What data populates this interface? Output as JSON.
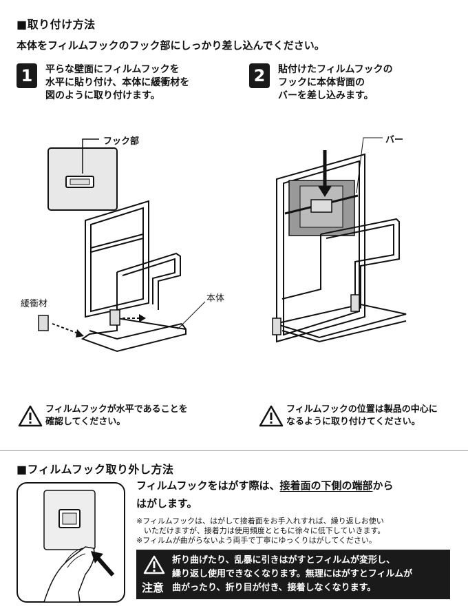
{
  "attach": {
    "heading": "■取り付け方法",
    "subheading": "本体をフィルムフックのフック部にしっかり差し込んでください。",
    "step1": {
      "number": "1",
      "text": "平らな壁面にフィルムフックを\n水平に貼り付け、本体に緩衝材を\n図のように取り付けます。"
    },
    "step2": {
      "number": "2",
      "text": "貼付けたフィルムフックの\nフックに本体背面の\nバーを差し込みます。"
    },
    "labels": {
      "hook_part": "フック部",
      "cushion": "緩衝材",
      "body": "本体",
      "bar": "バー"
    },
    "warning1": "フィルムフックが水平であることを\n確認してください。",
    "warning2": "フィルムフックの位置は製品の中心に\nなるように取り付けてください。"
  },
  "remove": {
    "heading": "■フィルムフック取り外し方法",
    "lead_before": "フィルムフックをはがす際は、",
    "lead_underline": "接着面の下側の端部",
    "lead_after": "から",
    "lead_line2": "はがします。",
    "note": "※フィルムフックは、はがして接着面をお手入れすれば、繰り返しお使い\n　いただけますが、接着力は使用頻度とともに徐々に低下していきます。\n※フィルムが曲がらないよう両手で丁寧にゆっくりはがしてください。",
    "caution_label": "注意",
    "caution_text": "折り曲げたり、乱暴に引きはがすとフィルムが変形し、\n繰り返し使用できなくなります。無理にはがすとフィルムが\n曲がったり、折り目が付き、接着しなくなります。"
  }
}
